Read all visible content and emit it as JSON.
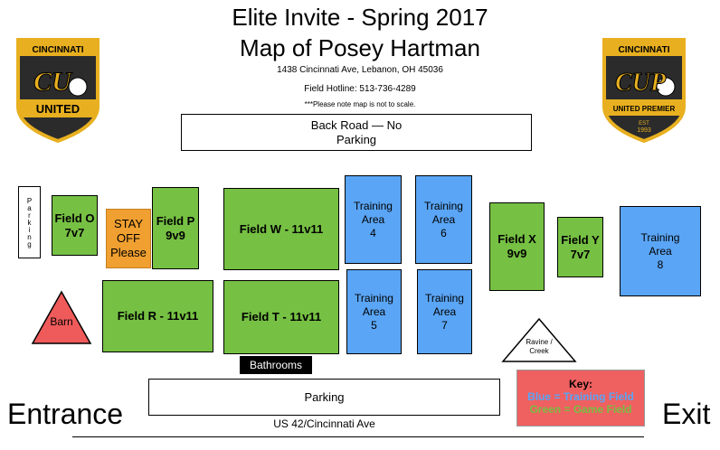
{
  "header": {
    "title_line1": "Elite Invite - Spring 2017",
    "title_line2": "Map of Posey Hartman",
    "address": "1438 Cincinnati Ave,  Lebanon, OH 45036",
    "hotline": "Field Hotline: 513-736-4289",
    "note": "***Please note map is not to scale."
  },
  "logos": {
    "left": {
      "top": "CINCINNATI",
      "mark": "CU",
      "bottom": "UNITED"
    },
    "right": {
      "top": "CINCINNATI",
      "mark": "CUP",
      "bottom": "UNITED PREMIER",
      "est": "EST",
      "year": "1993"
    }
  },
  "map": {
    "back_road": "Back Road — No\nParking",
    "side_parking": "Parking",
    "stay_off": "STAY\nOFF\nPlease",
    "barn": "Barn",
    "ravine": "Ravine /\nCreek",
    "bathrooms": "Bathrooms",
    "parking": "Parking",
    "road": "US 42/Cincinnati Ave",
    "entrance": "Entrance",
    "exit": "Exit",
    "fields": {
      "o": "Field O\n7v7",
      "p": "Field P\n9v9",
      "w": "Field W - 11v11",
      "r": "Field R - 11v11",
      "t": "Field T - 11v11",
      "x": "Field X\n9v9",
      "y": "Field Y\n7v7"
    },
    "training": {
      "a4": "Training\nArea\n4",
      "a6": "Training\nArea\n6",
      "a5": "Training\nArea\n5",
      "a7": "Training\nArea\n7",
      "a8": "Training\nArea\n8"
    }
  },
  "key": {
    "title": "Key:",
    "blue": "Blue = Training Field",
    "green": "Green = Game Field"
  },
  "colors": {
    "game_field": "#76c043",
    "training_field": "#5aa5f5",
    "stay_off": "#f0a030",
    "barn": "#ef5a5a",
    "key_bg": "#ef6060"
  }
}
